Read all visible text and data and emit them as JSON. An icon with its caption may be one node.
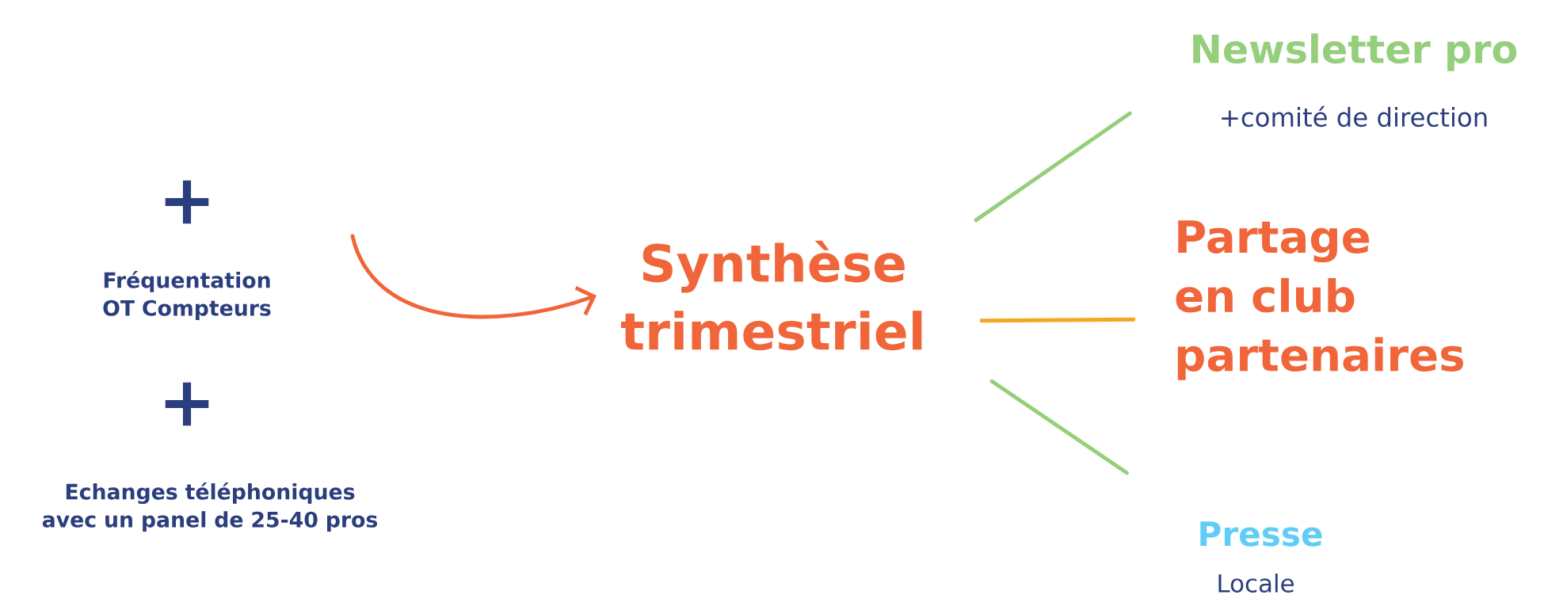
{
  "diagram": {
    "nodes": [
      {
        "text": [
          "Fréquentation OT Compteurs"
        ]
      },
      {
        "text": [
          "Echanges téléphoniques avec un panel de 25-40 pros"
        ]
      },
      {
        "text": [
          "Synthèse trimestriel"
        ]
      },
      {
        "text": [
          "Newsletter pro"
        ],
        "beside": [
          "+comité de direction"
        ]
      },
      {
        "text": [
          "Partage en club partenaires"
        ]
      },
      {
        "text": [
          "Presse"
        ],
        "beside": [
          "Locale"
        ]
      }
    ],
    "edges": [
      {
        "from": null,
        "to": 2,
        "arrow": "to",
        "color": "#f0663a"
      },
      {
        "from": 2,
        "to": 3,
        "arrow": "none"
      },
      {
        "from": 2,
        "to": 4,
        "arrow": "none",
        "color": "#f5a623"
      },
      {
        "from": 2,
        "to": 5,
        "arrow": "none"
      }
    ],
    "labels": [
      "+",
      "+"
    ]
  }
}
